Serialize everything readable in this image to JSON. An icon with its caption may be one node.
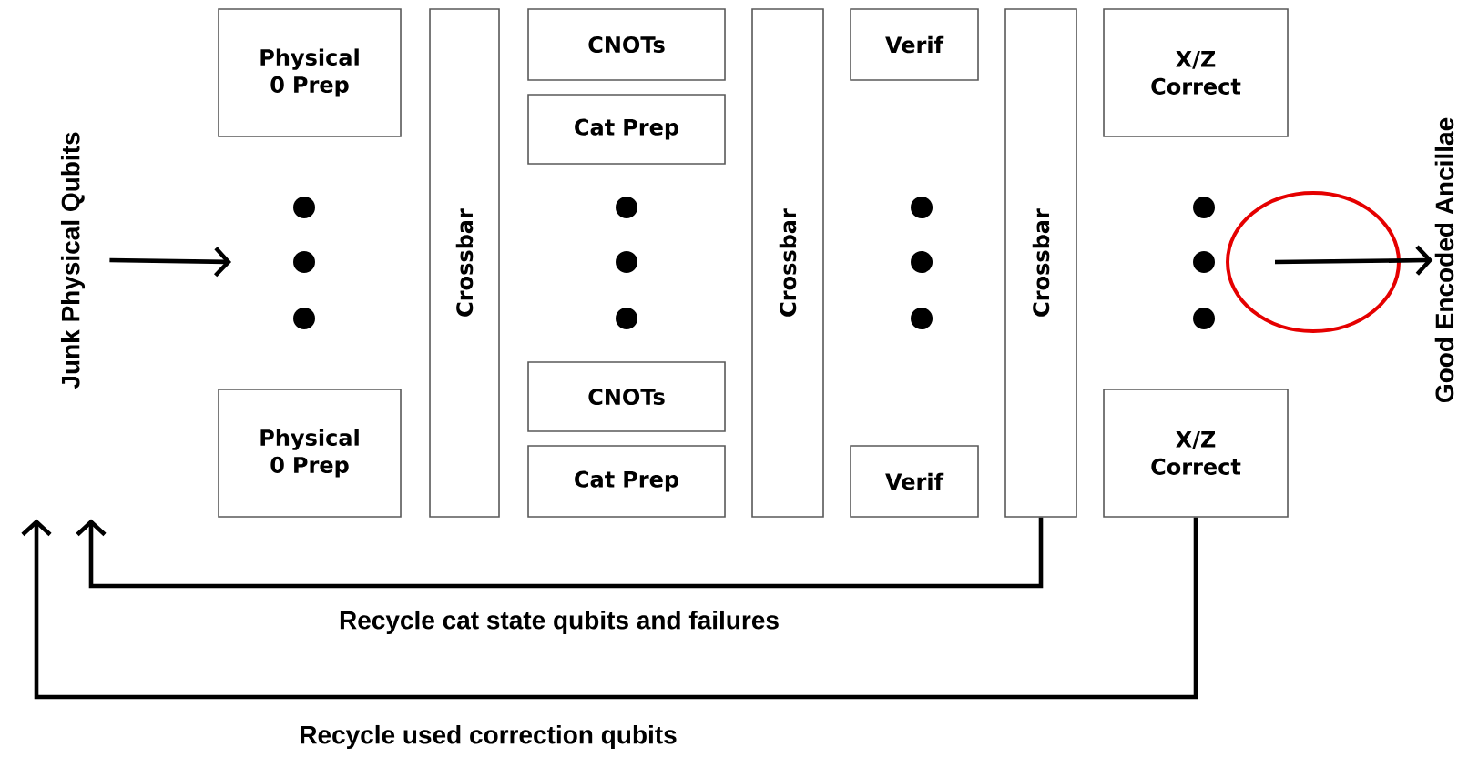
{
  "diagram": {
    "nodes": [
      {
        "text": [
          "Junk Physical Qubits"
        ]
      },
      {
        "text": [
          "Physical 0 Prep"
        ]
      },
      {
        "text": [
          "Physical 0 Prep"
        ]
      },
      {
        "text": [
          "Crossbar"
        ]
      },
      {
        "text": [
          "CNOTs"
        ]
      },
      {
        "text": [
          "Cat Prep"
        ]
      },
      {
        "text": [
          "CNOTs"
        ]
      },
      {
        "text": [
          "Cat Prep"
        ]
      },
      {
        "text": [
          "Crossbar"
        ]
      },
      {
        "text": [
          "Verif"
        ]
      },
      {
        "text": [
          "Verif"
        ]
      },
      {
        "text": [
          "Crossbar"
        ]
      },
      {
        "text": [
          "X/Z Correct"
        ]
      },
      {
        "text": [
          "X/Z Correct"
        ]
      },
      {
        "text": [
          "Good Encoded Ancillae"
        ]
      }
    ],
    "edges": [
      {
        "from": 0,
        "to": null,
        "arrow": "to"
      },
      {
        "from": null,
        "to": 14,
        "arrow": "to"
      },
      {
        "from": 11,
        "to": 0,
        "arrow": "to",
        "label": "Recycle cat state qubits and failures"
      },
      {
        "from": 13,
        "to": 0,
        "arrow": "to",
        "label": "Recycle used correction qubits"
      }
    ]
  }
}
